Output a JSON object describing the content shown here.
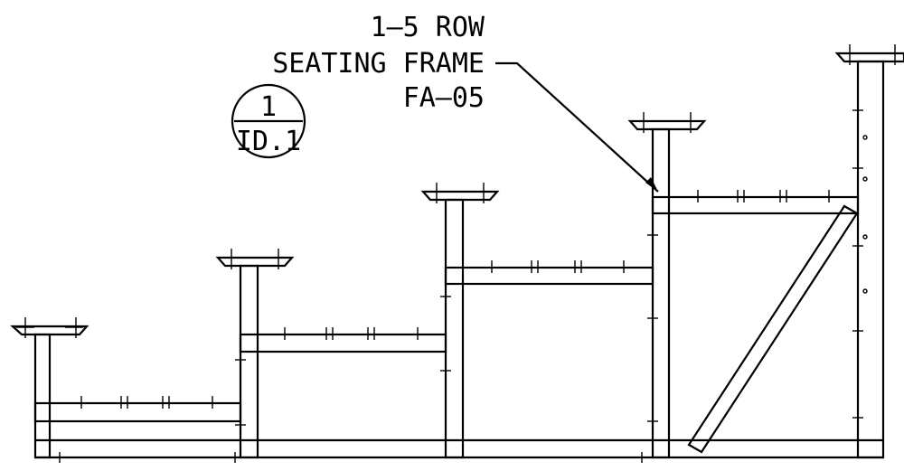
{
  "drawing": {
    "callout": {
      "line1": "1—5 ROW",
      "line2": "SEATING FRAME",
      "line3": "FA—05"
    },
    "section_marker": {
      "number": "1",
      "sheet": "ID.1"
    },
    "columns": 5,
    "ink_color": "#000000"
  }
}
